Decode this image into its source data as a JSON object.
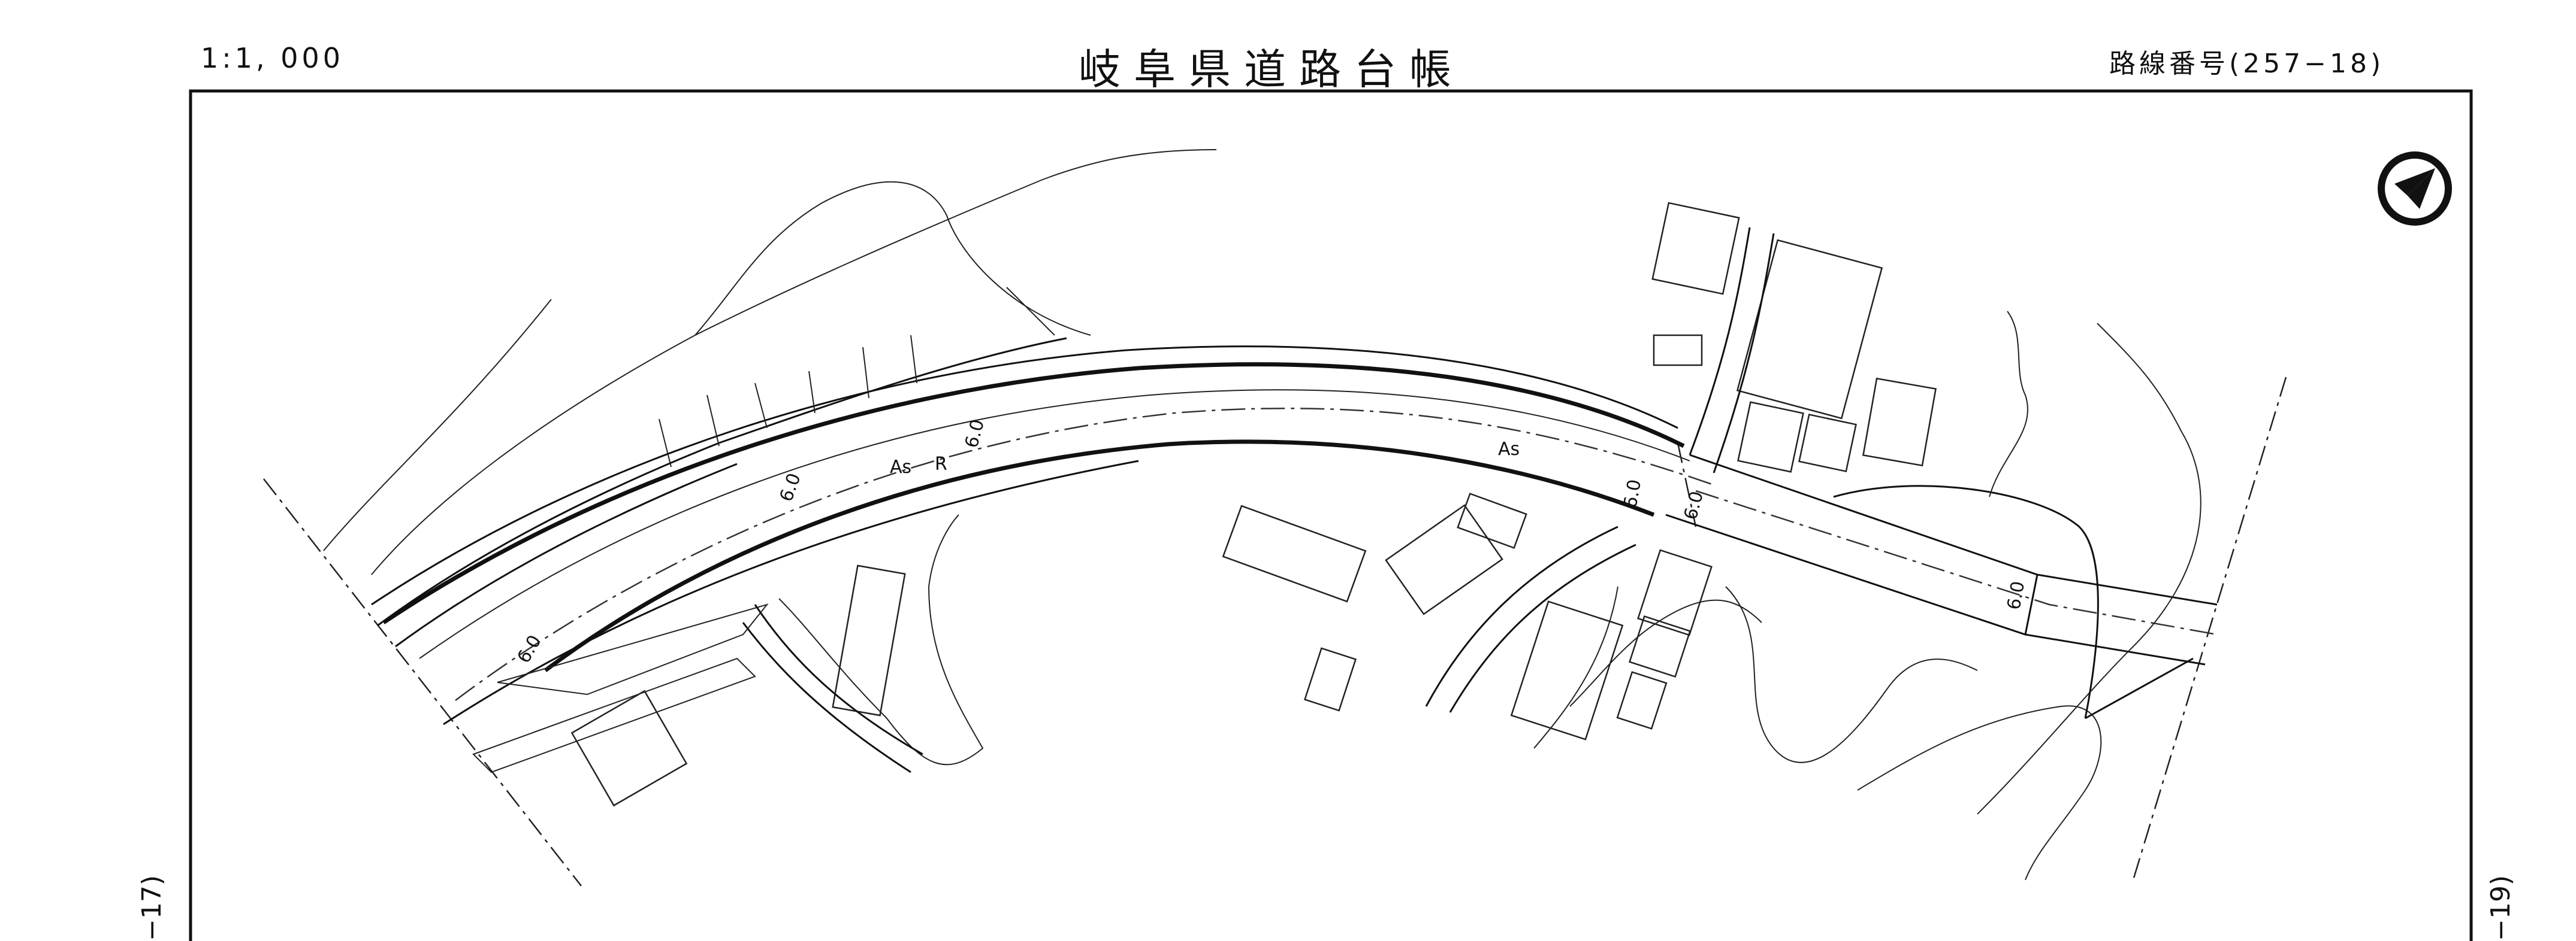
{
  "header": {
    "scale": "1:1, 000",
    "title": "岐阜県道路台帳",
    "route_number": "路線番号(257−18)"
  },
  "side_refs": {
    "left": "−17)",
    "right": "−19)"
  },
  "map_labels": {
    "surface_1": "As",
    "surface_2": "As",
    "r_mark": "R",
    "width_1": "6.0",
    "width_2": "6.0",
    "width_3": "6.0",
    "width_4": "6.0",
    "width_5": "6.0",
    "width_6": "6.0"
  },
  "icons": {
    "north_arrow": "north-arrow-icon"
  }
}
